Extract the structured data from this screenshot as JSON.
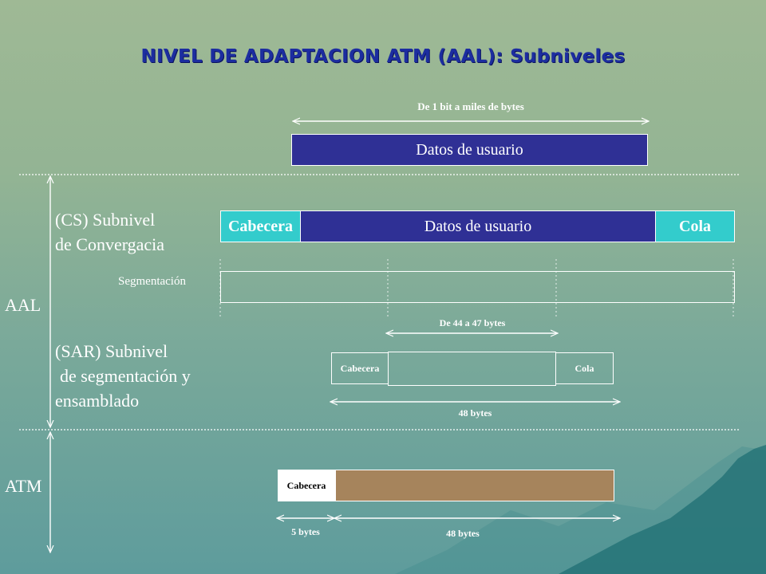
{
  "title": "NIVEL DE ADAPTACION ATM (AAL): Subniveles",
  "top": {
    "range_label": "De 1 bit a miles de bytes",
    "block": "Datos de usuario"
  },
  "labels": {
    "cs_line1": "(CS) Subnivel",
    "cs_line2": "de Convergacia",
    "aal": "AAL",
    "sar_line1": "(SAR) Subnivel",
    "sar_line2": "de segmentación y",
    "sar_line3": "ensamblado",
    "atm": "ATM"
  },
  "cs": {
    "header": "Cabecera",
    "data": "Datos de usuario",
    "trailer": "Cola"
  },
  "segmentation": {
    "label": "Segmentación"
  },
  "sar": {
    "payload_range": "De 44 a 47 bytes",
    "header": "Cabecera",
    "trailer": "Cola",
    "total": "48 bytes"
  },
  "atm": {
    "header": "Cabecera",
    "header_size": "5 bytes",
    "payload_size": "48 bytes"
  },
  "colors": {
    "title": "#1c2da0",
    "data_block": "#2f3095",
    "header_trailer_block": "#33cccc",
    "atm_payload": "#a6845c"
  }
}
